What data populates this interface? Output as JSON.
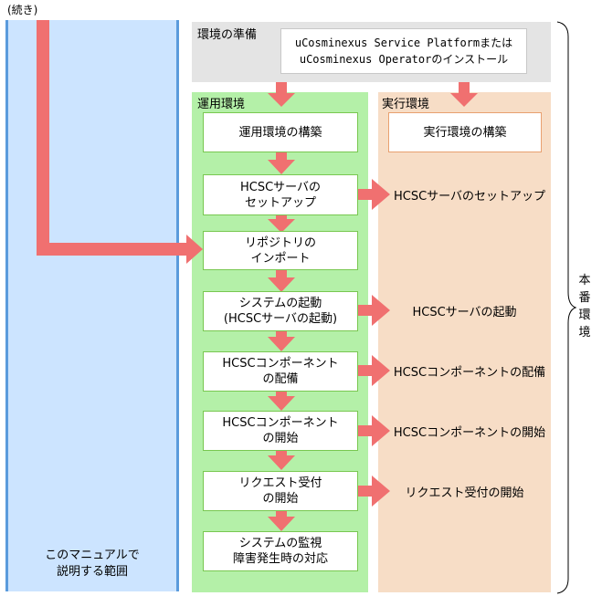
{
  "continued_label": "(続き)",
  "manual_scope": {
    "line1": "このマニュアルで",
    "line2": "説明する範囲"
  },
  "env_prep": {
    "title": "環境の準備",
    "install_line1": "uCosminexus Service Platformまたは",
    "install_line2": "uCosminexus Operatorのインストール"
  },
  "operation_env": {
    "title": "運用環境",
    "steps": [
      {
        "line1": "運用環境の構築",
        "line2": ""
      },
      {
        "line1": "HCSCサーバの",
        "line2": "セットアップ"
      },
      {
        "line1": "リポジトリの",
        "line2": "インポート"
      },
      {
        "line1": "システムの起動",
        "line2": "(HCSCサーバの起動)"
      },
      {
        "line1": "HCSCコンポーネント",
        "line2": "の配備"
      },
      {
        "line1": "HCSCコンポーネント",
        "line2": "の開始"
      },
      {
        "line1": "リクエスト受付",
        "line2": "の開始"
      },
      {
        "line1": "システムの監視",
        "line2": "障害発生時の対応"
      }
    ]
  },
  "execution_env": {
    "title": "実行環境",
    "build": "実行環境の構築",
    "items": [
      "HCSCサーバのセットアップ",
      "HCSCサーバの起動",
      "HCSCコンポーネントの配備",
      "HCSCコンポーネントの開始",
      "リクエスト受付の開始"
    ]
  },
  "production_env": {
    "chars": [
      "本",
      "番",
      "環",
      "境"
    ]
  },
  "colors": {
    "scope_fill": "#cce4ff",
    "scope_border": "#5b9bdc",
    "prep_fill": "#e4e4e4",
    "operation_fill": "#b4f0a8",
    "execution_fill": "#f7ddc6",
    "box_border": "#78c850",
    "exec_box_border": "#e8a070",
    "arrow": "#f07070"
  }
}
